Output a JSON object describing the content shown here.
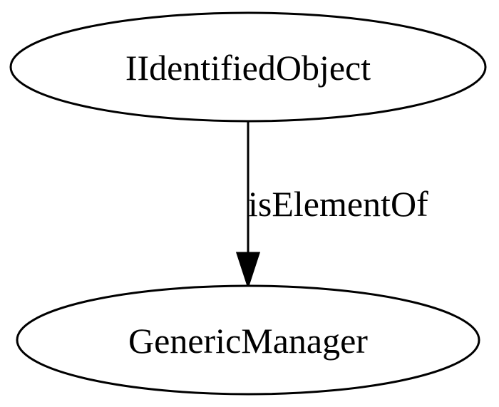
{
  "nodes": {
    "top": {
      "label": "IIdentifiedObject"
    },
    "bottom": {
      "label": "GenericManager"
    }
  },
  "edges": [
    {
      "from": "IIdentifiedObject",
      "to": "GenericManager",
      "label": "isElementOf"
    }
  ],
  "colors": {
    "stroke": "#000000",
    "background": "#ffffff"
  }
}
